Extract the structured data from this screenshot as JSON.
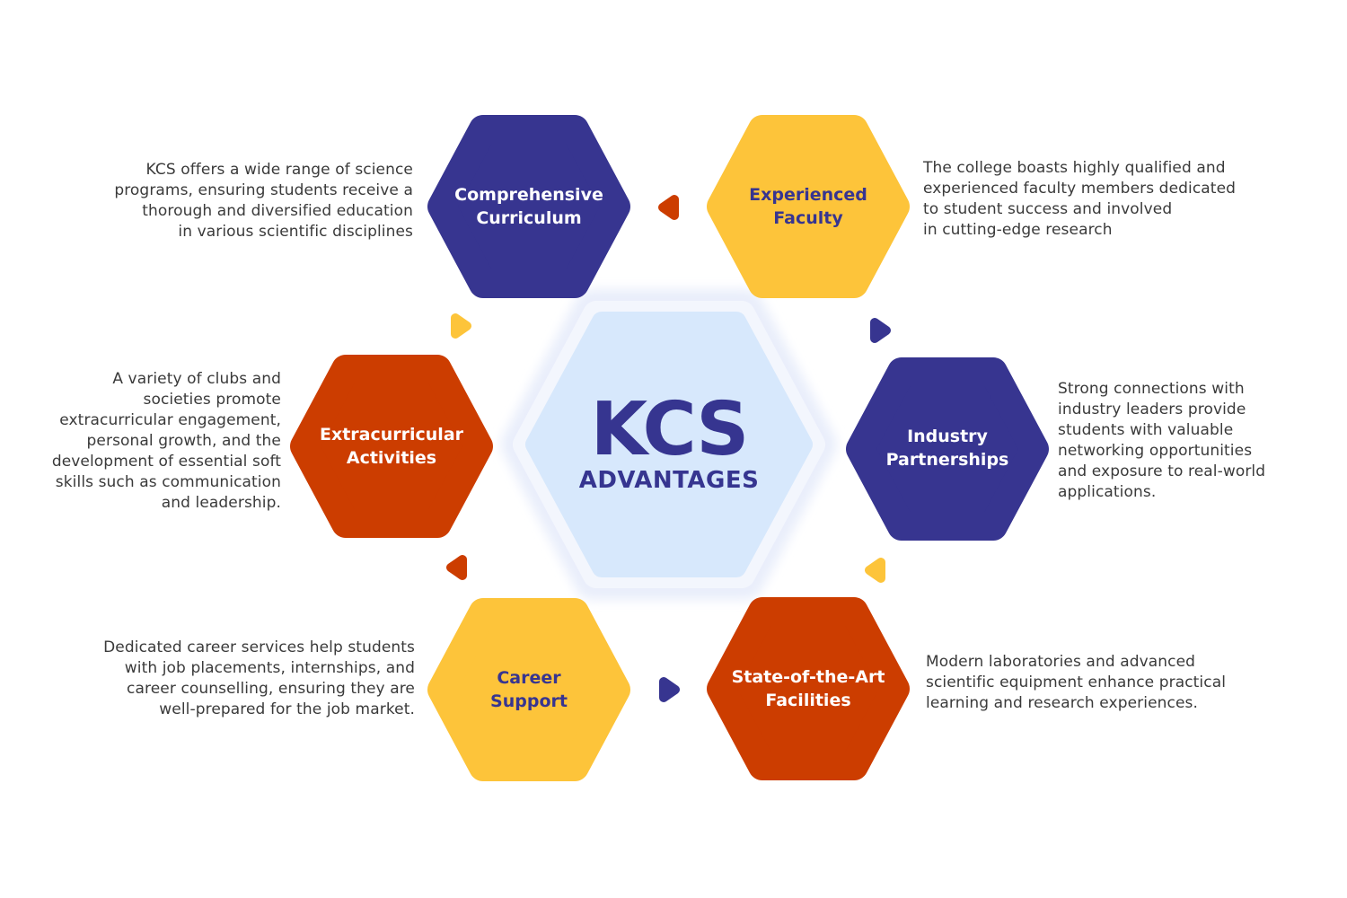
{
  "title": {
    "main": "KCS",
    "sub": "ADVANTAGES"
  },
  "colors": {
    "navy": "#373590",
    "yellow": "#FDC43A",
    "orange": "#CC3D00",
    "center": "#D7E8FC"
  },
  "items": [
    {
      "label": [
        "Comprehensive",
        "Curriculum"
      ],
      "description": [
        "KCS offers a wide range of science",
        "programs, ensuring students receive a",
        "thorough and diversified education",
        "in various scientific disciplines"
      ]
    },
    {
      "label": [
        "Experienced",
        "Faculty"
      ],
      "description": [
        "The college boasts highly qualified and",
        "experienced faculty members dedicated",
        "to student success and involved",
        "in cutting-edge research"
      ]
    },
    {
      "label": [
        "Extracurricular",
        "Activities"
      ],
      "description": [
        "A variety of clubs and",
        "societies promote",
        "extracurricular engagement,",
        "personal growth, and the",
        "development of essential soft",
        "skills such as communication",
        "and leadership."
      ]
    },
    {
      "label": [
        "Industry",
        "Partnerships"
      ],
      "description": [
        "Strong connections with",
        "industry leaders provide",
        "students with valuable",
        "networking opportunities",
        "and exposure to real-world",
        "applications."
      ]
    },
    {
      "label": [
        "Career",
        "Support"
      ],
      "description": [
        "Dedicated career services help students",
        "with job placements, internships, and",
        "career counselling, ensuring they are",
        "well-prepared for the job market."
      ]
    },
    {
      "label": [
        "State-of-the-Art",
        "Facilities"
      ],
      "description": [
        "Modern laboratories and advanced",
        "scientific equipment enhance practical",
        "learning and research experiences."
      ]
    }
  ]
}
